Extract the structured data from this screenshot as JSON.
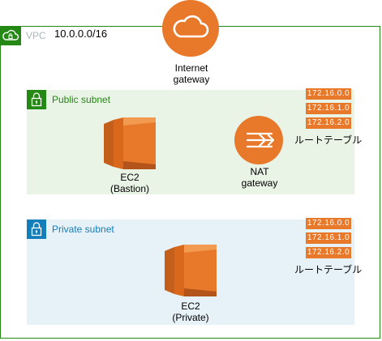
{
  "vpc": {
    "label": "VPC",
    "cidr": "10.0.0.0/16"
  },
  "internet_gateway": {
    "line1": "Internet",
    "line2": "gateway"
  },
  "public_subnet": {
    "label": "Public subnet",
    "ec2": {
      "line1": "EC2",
      "line2": "(Bastion)"
    },
    "nat": {
      "line1": "NAT",
      "line2": "gateway"
    },
    "route_table": {
      "entries": [
        "172.16.0.0",
        "172.16.1.0",
        "172.16.2.0"
      ],
      "label": "ルートテーブル"
    }
  },
  "private_subnet": {
    "label": "Private subnet",
    "ec2": {
      "line1": "EC2",
      "line2": "(Private)"
    },
    "route_table": {
      "entries": [
        "172.16.0.0",
        "172.16.1.0",
        "172.16.2.0"
      ],
      "label": "ルートテーブル"
    }
  },
  "colors": {
    "vpc": "#248814",
    "public_subnet": "#248814",
    "private_subnet": "#147eba",
    "aws_orange": "#e8782a"
  }
}
